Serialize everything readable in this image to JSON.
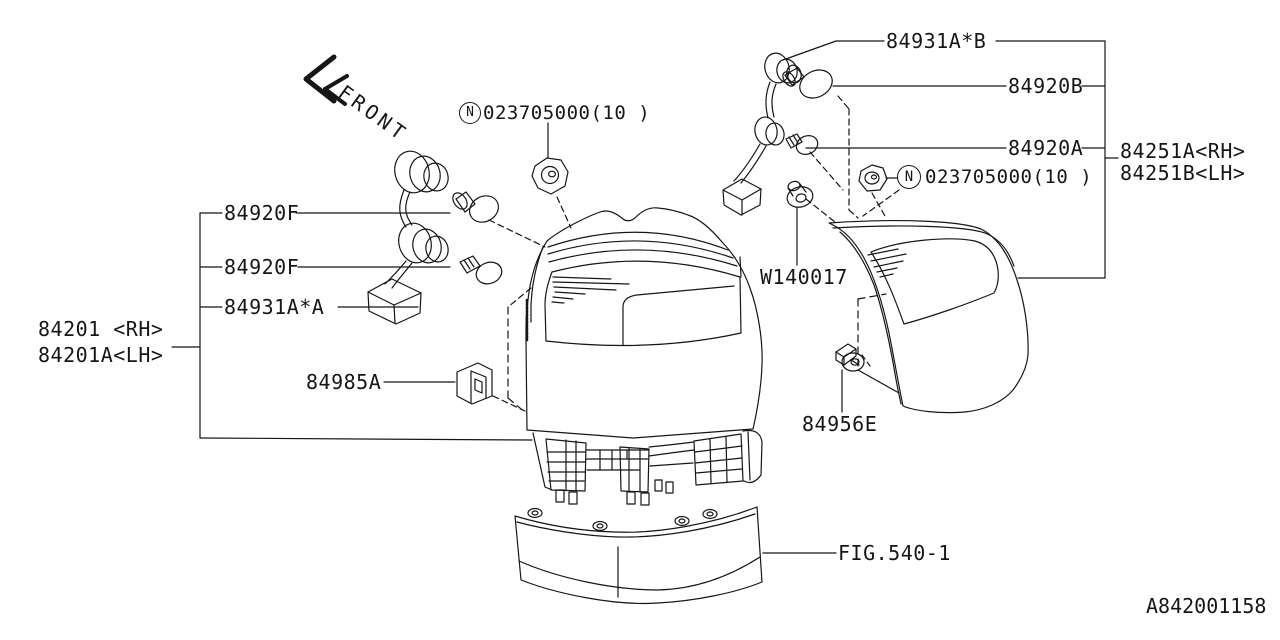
{
  "diagram": {
    "title": "Tail lamp parts diagram",
    "orientation_marker": "FRONT",
    "fastener_symbol": "N",
    "drawing_number": "A842001158",
    "labels": {
      "cord_b": "84931A*B",
      "bulb_b": "84920B",
      "bulb_a": "84920A",
      "nut_right": "023705000(10 )",
      "lens_rh": "84251A<RH>",
      "lens_lh": "84251B<LH>",
      "nut_left": "023705000(10 )",
      "bulb_f1": "84920F",
      "bulb_f2": "84920F",
      "cord_a": "84931A*A",
      "lamp_rh": "84201 <RH>",
      "lamp_lh": "84201A<LH>",
      "packing": "84985A",
      "screw_w": "W140017",
      "screw_e": "84956E",
      "fig_ref": "FIG.540-1"
    }
  }
}
